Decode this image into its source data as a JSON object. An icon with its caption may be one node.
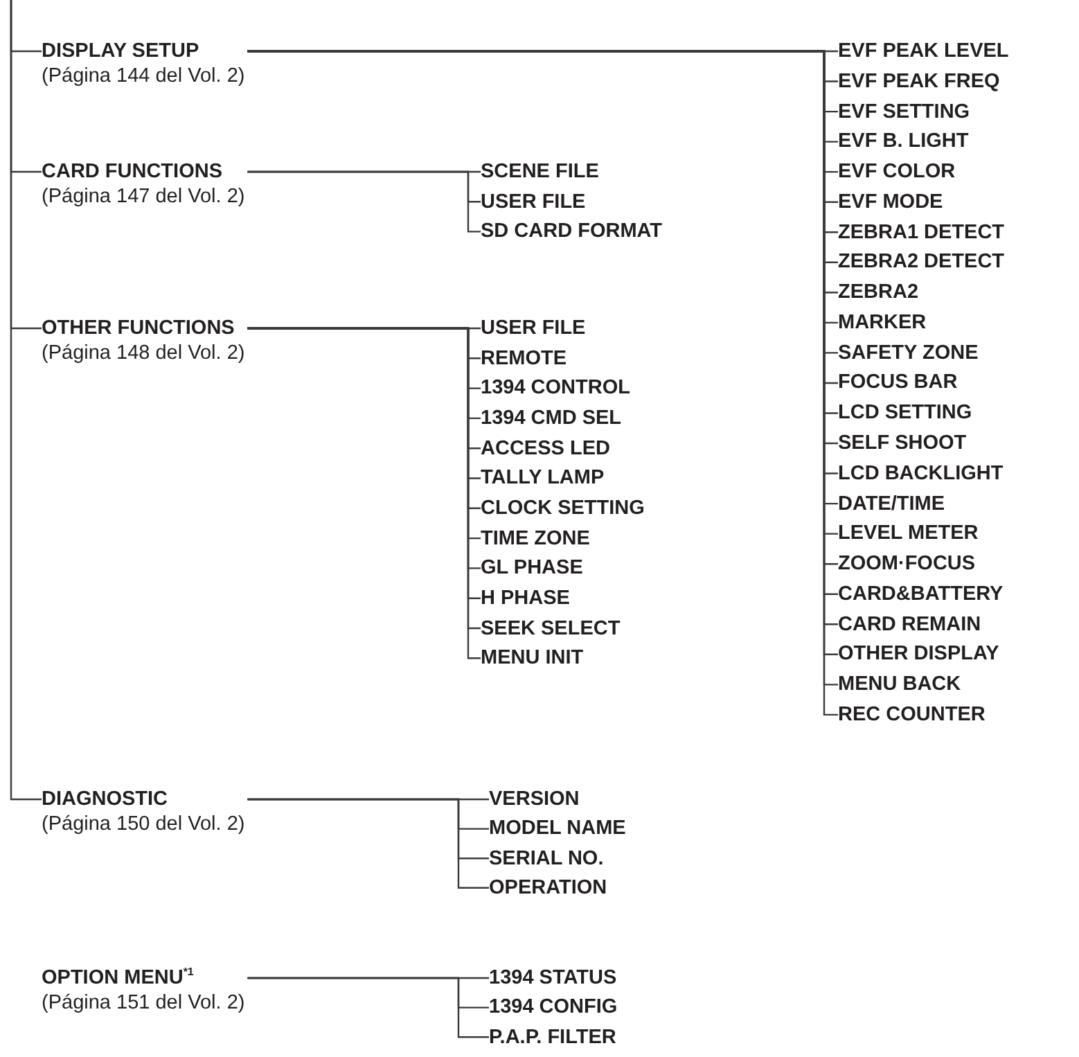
{
  "diagram": {
    "nodes": [
      {
        "text": [
          "DISPLAY SETUP",
          "(Página 144 del Vol. 2)"
        ]
      },
      {
        "text": [
          "CARD FUNCTIONS",
          "(Página 147 del Vol. 2)"
        ]
      },
      {
        "text": [
          "OTHER FUNCTIONS",
          "(Página 148 del Vol. 2)"
        ]
      },
      {
        "text": [
          "DIAGNOSTIC",
          "(Página 150 del Vol. 2)"
        ]
      },
      {
        "text": [
          "OPTION MENU$^{*1}$",
          "(Página 151 del Vol. 2)"
        ]
      },
      {
        "text": [
          "EVF PEAK LEVEL"
        ]
      },
      {
        "text": [
          "EVF PEAK FREQ"
        ]
      },
      {
        "text": [
          "EVF SETTING"
        ]
      },
      {
        "text": [
          "EVF B. LIGHT"
        ]
      },
      {
        "text": [
          "EVF COLOR"
        ]
      },
      {
        "text": [
          "EVF MODE"
        ]
      },
      {
        "text": [
          "ZEBRA1 DETECT"
        ]
      },
      {
        "text": [
          "ZEBRA2 DETECT"
        ]
      },
      {
        "text": [
          "ZEBRA2"
        ]
      },
      {
        "text": [
          "MARKER"
        ]
      },
      {
        "text": [
          "SAFETY ZONE"
        ]
      },
      {
        "text": [
          "FOCUS BAR"
        ]
      },
      {
        "text": [
          "LCD SETTING"
        ]
      },
      {
        "text": [
          "SELF SHOOT"
        ]
      },
      {
        "text": [
          "LCD BACKLIGHT"
        ]
      },
      {
        "text": [
          "DATE/TIME"
        ]
      },
      {
        "text": [
          "LEVEL METER"
        ]
      },
      {
        "text": [
          "ZOOM·FOCUS"
        ]
      },
      {
        "text": [
          "CARD&BATTERY"
        ]
      },
      {
        "text": [
          "CARD REMAIN"
        ]
      },
      {
        "text": [
          "OTHER DISPLAY"
        ]
      },
      {
        "text": [
          "MENU BACK"
        ]
      },
      {
        "text": [
          "REC COUNTER"
        ]
      },
      {
        "text": [
          "SCENE FILE"
        ]
      },
      {
        "text": [
          "USER FILE"
        ]
      },
      {
        "text": [
          "SD CARD FORMAT"
        ]
      },
      {
        "text": [
          "USER FILE"
        ]
      },
      {
        "text": [
          "REMOTE"
        ]
      },
      {
        "text": [
          "1394 CONTROL"
        ]
      },
      {
        "text": [
          "1394 CMD SEL"
        ]
      },
      {
        "text": [
          "ACCESS LED"
        ]
      },
      {
        "text": [
          "TALLY LAMP"
        ]
      },
      {
        "text": [
          "CLOCK SETTING"
        ]
      },
      {
        "text": [
          "TIME ZONE"
        ]
      },
      {
        "text": [
          "GL PHASE"
        ]
      },
      {
        "text": [
          "H PHASE"
        ]
      },
      {
        "text": [
          "SEEK SELECT"
        ]
      },
      {
        "text": [
          "MENU INIT"
        ]
      },
      {
        "text": [
          "VERSION"
        ]
      },
      {
        "text": [
          "MODEL NAME"
        ]
      },
      {
        "text": [
          "SERIAL NO."
        ]
      },
      {
        "text": [
          "OPERATION"
        ]
      },
      {
        "text": [
          "1394 STATUS"
        ]
      },
      {
        "text": [
          "1394 CONFIG"
        ]
      },
      {
        "text": [
          "P.A.P. FILTER"
        ]
      }
    ],
    "edges": [
      {
        "from": null,
        "to": 0,
        "arrow": "none"
      },
      {
        "from": null,
        "to": 1,
        "arrow": "none"
      },
      {
        "from": null,
        "to": 2,
        "arrow": "none"
      },
      {
        "from": null,
        "to": 3,
        "arrow": "none"
      },
      {
        "from": 0,
        "to": 5,
        "arrow": "none"
      },
      {
        "from": 0,
        "to": 6,
        "arrow": "none"
      },
      {
        "from": 0,
        "to": 7,
        "arrow": "none"
      },
      {
        "from": 0,
        "to": 8,
        "arrow": "none"
      },
      {
        "from": 0,
        "to": 9,
        "arrow": "none"
      },
      {
        "from": 0,
        "to": 10,
        "arrow": "none"
      },
      {
        "from": 0,
        "to": 11,
        "arrow": "none"
      },
      {
        "from": 0,
        "to": 12,
        "arrow": "none"
      },
      {
        "from": 0,
        "to": 13,
        "arrow": "none"
      },
      {
        "from": 0,
        "to": 14,
        "arrow": "none"
      },
      {
        "from": 0,
        "to": 15,
        "arrow": "none"
      },
      {
        "from": 0,
        "to": 16,
        "arrow": "none"
      },
      {
        "from": 0,
        "to": 17,
        "arrow": "none"
      },
      {
        "from": 0,
        "to": 18,
        "arrow": "none"
      },
      {
        "from": 0,
        "to": 19,
        "arrow": "none"
      },
      {
        "from": 0,
        "to": 20,
        "arrow": "none"
      },
      {
        "from": 0,
        "to": 21,
        "arrow": "none"
      },
      {
        "from": 0,
        "to": 22,
        "arrow": "none"
      },
      {
        "from": 0,
        "to": 23,
        "arrow": "none"
      },
      {
        "from": 0,
        "to": 24,
        "arrow": "none"
      },
      {
        "from": 0,
        "to": 25,
        "arrow": "none"
      },
      {
        "from": 0,
        "to": 26,
        "arrow": "none"
      },
      {
        "from": 0,
        "to": 27,
        "arrow": "none"
      },
      {
        "from": 1,
        "to": 28,
        "arrow": "none"
      },
      {
        "from": 1,
        "to": 29,
        "arrow": "none"
      },
      {
        "from": 1,
        "to": 30,
        "arrow": "none"
      },
      {
        "from": 2,
        "to": 31,
        "arrow": "none"
      },
      {
        "from": 2,
        "to": 32,
        "arrow": "none"
      },
      {
        "from": 2,
        "to": 33,
        "arrow": "none"
      },
      {
        "from": 2,
        "to": 34,
        "arrow": "none"
      },
      {
        "from": 2,
        "to": 35,
        "arrow": "none"
      },
      {
        "from": 2,
        "to": 36,
        "arrow": "none"
      },
      {
        "from": 2,
        "to": 37,
        "arrow": "none"
      },
      {
        "from": 2,
        "to": 38,
        "arrow": "none"
      },
      {
        "from": 2,
        "to": 39,
        "arrow": "none"
      },
      {
        "from": 2,
        "to": 40,
        "arrow": "none"
      },
      {
        "from": 2,
        "to": 41,
        "arrow": "none"
      },
      {
        "from": 2,
        "to": 42,
        "arrow": "none"
      },
      {
        "from": 3,
        "to": 43,
        "arrow": "none"
      },
      {
        "from": 3,
        "to": 44,
        "arrow": "none"
      },
      {
        "from": 3,
        "to": 45,
        "arrow": "none"
      },
      {
        "from": 3,
        "to": 46,
        "arrow": "none"
      },
      {
        "from": 4,
        "to": 47,
        "arrow": "none"
      },
      {
        "from": 4,
        "to": 48,
        "arrow": "none"
      },
      {
        "from": 4,
        "to": 49,
        "arrow": "none"
      }
    ]
  }
}
